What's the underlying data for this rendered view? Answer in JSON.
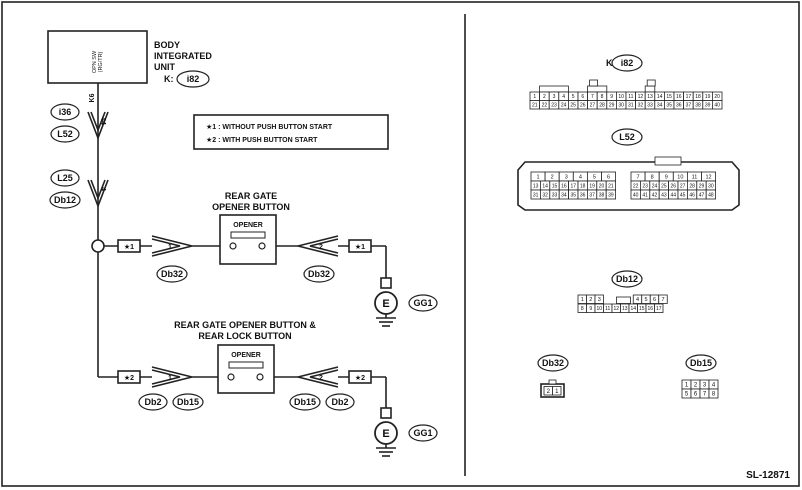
{
  "diagram": {
    "unit_title_lines": [
      "BODY",
      "INTEGRATED",
      "UNIT"
    ],
    "unit_connector_prefix": "K:",
    "unit_connector": "i82",
    "unit_switch_label": "OPN SW",
    "unit_switch_sublabel": "(RG/TR)",
    "wire_code": "K6",
    "pin_44": "44",
    "pin_4": "4",
    "conn_i36": "i36",
    "conn_L52": "L52",
    "conn_L25": "L25",
    "conn_Db12": "Db12",
    "legend_line1": "★1 : WITHOUT PUSH BUTTON START",
    "legend_line2": "★2 : WITH PUSH BUTTON START",
    "star1": "★1",
    "star2": "★2",
    "rear_gate_title_lines": [
      "REAR GATE",
      "OPENER BUTTON"
    ],
    "rear_gate_lock_title_lines": [
      "REAR GATE OPENER BUTTON &",
      "REAR LOCK BUTTON"
    ],
    "opener": "OPENER",
    "pin_1": "1",
    "pin_2": "2",
    "conn_Db32": "Db32",
    "conn_Db2": "Db2",
    "conn_Db15": "Db15",
    "ground_E": "E",
    "ground_GG1": "GG1",
    "figure_id": "SL-12871"
  },
  "connectors": {
    "i82_prefix": "K:",
    "i82_name": "i82",
    "i82_rows": [
      [
        "1",
        "2",
        "3",
        "4",
        "5",
        "6",
        "7",
        "8",
        "9",
        "10",
        "11",
        "12",
        "13",
        "14",
        "15",
        "16",
        "17",
        "18",
        "19",
        "20"
      ],
      [
        "21",
        "22",
        "23",
        "24",
        "25",
        "26",
        "27",
        "28",
        "29",
        "30",
        "31",
        "32",
        "33",
        "34",
        "35",
        "36",
        "37",
        "38",
        "39",
        "40"
      ]
    ],
    "L52_name": "L52",
    "L52_left_rows": [
      [
        "1",
        "2",
        "3",
        "4",
        "5",
        "6"
      ],
      [
        "13",
        "14",
        "15",
        "16",
        "17",
        "18",
        "19",
        "20",
        "21"
      ],
      [
        "31",
        "32",
        "33",
        "34",
        "35",
        "36",
        "37",
        "38",
        "39"
      ]
    ],
    "L52_right_rows": [
      [
        "7",
        "8",
        "9",
        "10",
        "11",
        "12"
      ],
      [
        "22",
        "23",
        "24",
        "25",
        "26",
        "27",
        "28",
        "29",
        "30"
      ],
      [
        "40",
        "41",
        "42",
        "43",
        "44",
        "45",
        "46",
        "47",
        "48"
      ]
    ],
    "Db12_name": "Db12",
    "Db12_rows": [
      [
        "1",
        "2",
        "3",
        "4",
        "5",
        "6",
        "7"
      ],
      [
        "8",
        "9",
        "10",
        "11",
        "12",
        "13",
        "14",
        "15",
        "16",
        "17"
      ]
    ],
    "Db32_name": "Db32",
    "Db32_pins": [
      "2",
      "1"
    ],
    "Db15_name": "Db15",
    "Db15_rows": [
      [
        "1",
        "2",
        "3",
        "4"
      ],
      [
        "5",
        "6",
        "7",
        "8"
      ]
    ]
  }
}
